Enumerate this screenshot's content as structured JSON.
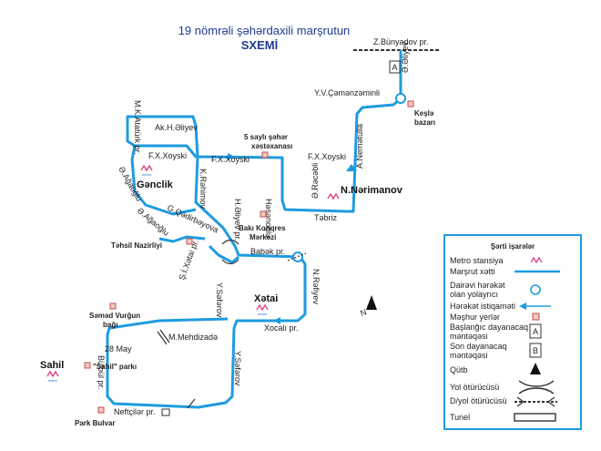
{
  "title": {
    "line1": "19 nömrəli şəhərdaxili marşrutun",
    "line2": "SXEMİ"
  },
  "colors": {
    "route": "#1e9be0",
    "text": "#222222",
    "title": "#1f3a93",
    "landmark": "#c0504d",
    "legend_border": "#1e9be0"
  },
  "streets": {
    "z_bunyadov": "Z.Bünyadov pr.",
    "e_eliyev": "Ə.Əliyev",
    "y_v_chemenzemin": "Y.V.Çəmənzəminli",
    "a_nematulla": "A.Nemətulla",
    "f_x_xoyski_right": "F.X.Xoyski",
    "e_recebli": "Ə.Rəcəbli",
    "tebriz": "Təbriz",
    "hesenoglu": "Həsənoğlu",
    "f_x_xoyski_mid": "F.X.Xoyski",
    "ak_h_eliyev": "Ak.H.Əliyev",
    "m_k_ataturk": "M.K.Atatürk pr.",
    "f_x_xoyski_left": "F.X.Xoyski",
    "k_rehimov": "K.Rəhimov",
    "e_agaoglu_1": "Ə.Ağaoğlu",
    "e_agaoglu_2": "Ə.Ağaoğlu",
    "g_qedirbeyova": "G.Qədirbəyova",
    "h_eliyev_pr": "H.Əliyev pr.",
    "sh_i_xetai": "Ş.İ.Xətai pr.",
    "babek": "Babək pr.",
    "n_refiyev": "N.Rəfiyev",
    "y_seferov_1": "Y.Səfərov",
    "y_seferov_2": "Y.Səfərov",
    "xocali": "Xocalı pr.",
    "m_mehdizade": "M.Mehdizadə",
    "may28": "28 May",
    "bulbul": "Bülbül pr.",
    "neftchiler": "Neftçilər pr."
  },
  "stations": {
    "genclik": "Gənclik",
    "n_nerimanov": "N.Nərimanov",
    "xetai": "Xətai",
    "sahil": "Sahil",
    "metro_word": "metro"
  },
  "landmarks": {
    "kesle": "Keşlə\nbazarı",
    "hospital": "5 saylı şəhər\nxəstəxanası",
    "baki_konqres": "Bakı Konqres\nMərkəzi",
    "tehsil": "Təhsil Nazirliyi",
    "semed_vurgun": "Səməd Vurğun\nbağı",
    "sahil_park": "\"Sahil\" parkı",
    "park_bulvar": "Park Bulvar"
  },
  "markers": {
    "start": "A",
    "end": "B",
    "north": "N"
  },
  "legend": {
    "title": "Şərti işarələr",
    "items": [
      {
        "label": "Metro stansiya",
        "symbol": "metro"
      },
      {
        "label": "Marşrut xətti",
        "symbol": "line"
      },
      {
        "label": "Dairəvi hərəkət\nolan yolayrıcı",
        "symbol": "circle"
      },
      {
        "label": "Hərəkət istiqaməti",
        "symbol": "arrow"
      },
      {
        "label": "Məşhur yerlər",
        "symbol": "landmark"
      },
      {
        "label": "Başlanğıc dayanacaq\nməntəqəsi",
        "symbol": "A"
      },
      {
        "label": "Son dayanacaq\nməntəqəsi",
        "symbol": "B"
      },
      {
        "label": "Qütb",
        "symbol": "north"
      },
      {
        "label": "Yol ötürücüsü",
        "symbol": "bridge"
      },
      {
        "label": "D/yol ötürücüsü",
        "symbol": "railbridge"
      },
      {
        "label": "Tunel",
        "symbol": "tunnel"
      }
    ]
  }
}
